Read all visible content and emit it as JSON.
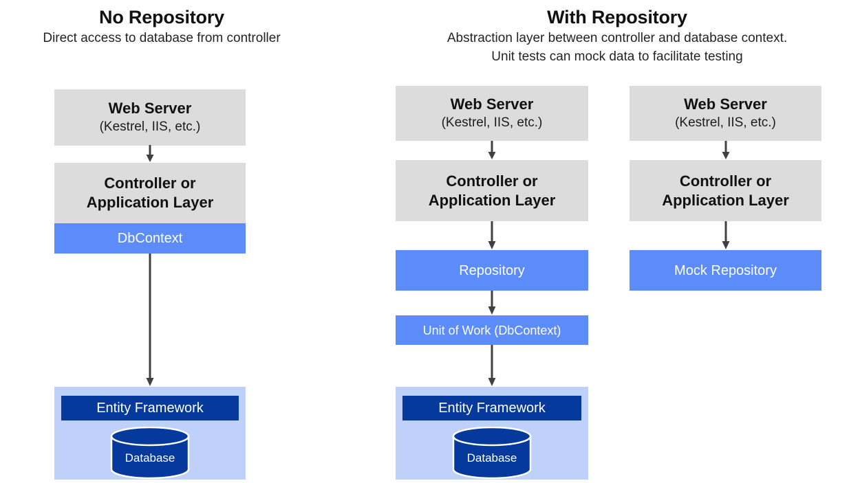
{
  "diagram": {
    "title_left": "No Repository",
    "title_right": "With Repository",
    "subtitle_left": "Direct access to database from controller",
    "subtitle_right_line1": "Abstraction layer between controller and database context.",
    "subtitle_right_line2": "Unit tests can mock data to facilitate testing",
    "colors": {
      "gray_box": "#dcdcdc",
      "blue_box": "#5b8cfa",
      "navy_bar": "#05399b",
      "light_blue_container": "#bfd1fb",
      "arrow": "#404040",
      "text_dark": "#111111",
      "text_white": "#ffffff"
    }
  },
  "columns": {
    "no_repository": {
      "web_server": {
        "title": "Web Server",
        "subtitle": "(Kestrel, IIS, etc.)"
      },
      "controller": {
        "line1": "Controller or",
        "line2": "Application Layer"
      },
      "dbcontext": "DbContext",
      "data_layer": {
        "entity_framework": "Entity Framework",
        "database": "Database"
      }
    },
    "with_repository": {
      "web_server": {
        "title": "Web Server",
        "subtitle": "(Kestrel, IIS, etc.)"
      },
      "controller": {
        "line1": "Controller or",
        "line2": "Application Layer"
      },
      "repository": "Repository",
      "unit_of_work": "Unit of Work (DbContext)",
      "data_layer": {
        "entity_framework": "Entity Framework",
        "database": "Database"
      }
    },
    "mock_testing": {
      "web_server": {
        "title": "Web Server",
        "subtitle": "(Kestrel, IIS, etc.)"
      },
      "controller": {
        "line1": "Controller or",
        "line2": "Application Layer"
      },
      "mock_repository": "Mock Repository"
    }
  }
}
